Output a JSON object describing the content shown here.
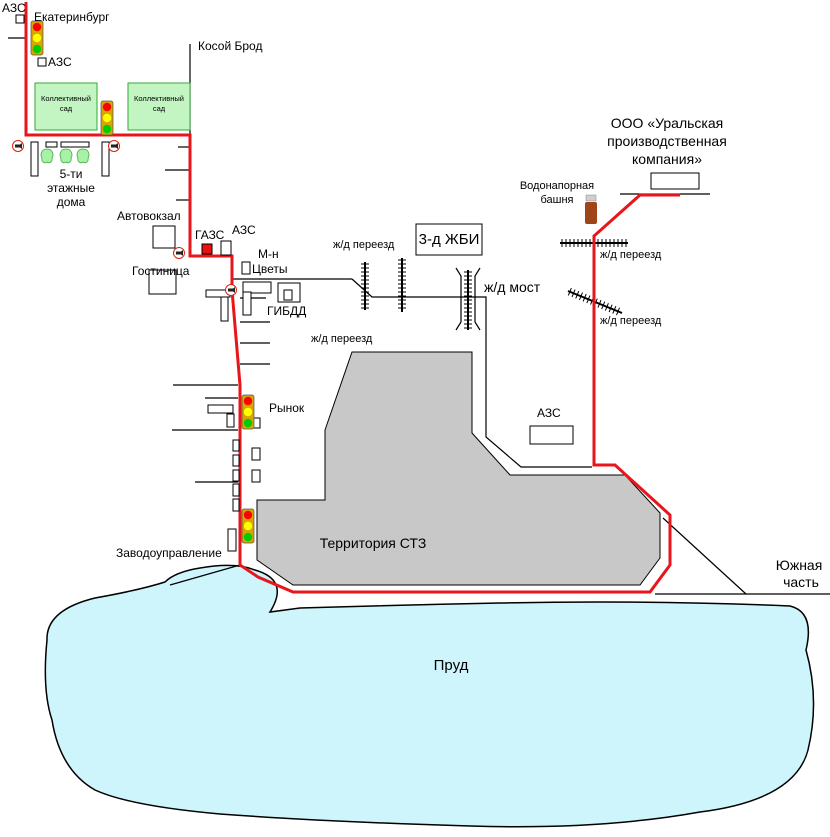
{
  "labels": {
    "azs_top_left": "АЗС",
    "ekaterinburg": "Екатеринбург",
    "azs_small": "АЗС",
    "kosoy_brod": "Косой Брод",
    "garden_left": "Коллективный сад",
    "garden_right": "Коллективный сад",
    "houses_line1": "5-ти",
    "houses_line2": "этажные",
    "houses_line3": "дома",
    "avtovokzal": "Автовокзал",
    "gazs": "ГАЗС",
    "azs_center": "АЗС",
    "mn_line1": "М-н",
    "mn_line2": "Цветы",
    "gostinitsa": "Гостиница",
    "gibdd": "ГИБДД",
    "rail_crossing_1": "ж/д переезд",
    "rail_crossing_2": "ж/д переезд",
    "zhbi": "3-д ЖБИ",
    "rail_bridge": "ж/д мост",
    "company_line1": "ООО «Уральская",
    "company_line2": "производственная",
    "company_line3": "компания»",
    "tower_line1": "Водонапорная",
    "tower_line2": "башня",
    "rail_crossing_3": "ж/д переезд",
    "rail_crossing_4": "ж/д переезд",
    "rynok": "Рынок",
    "azs_right": "АЗС",
    "zavodoupravlenie": "Заводоуправление",
    "stz_territory": "Территория СТЗ",
    "south_line1": "Южная",
    "south_line2": "часть",
    "prud": "Пруд"
  },
  "colors": {
    "route": "#e8161b",
    "territory": "#c8c8c8",
    "pond": "#cdf5fb",
    "garden": "#c3f5c3",
    "garden_border": "#33aa33",
    "tree": "#a7f2a7",
    "light_red": "#ff0000",
    "light_yellow": "#ffff00",
    "light_green": "#00cc00",
    "light_case": "#d9a500",
    "tower": "#a0441a",
    "gazs_fill": "#e81010"
  },
  "icons": [
    "traffic-light-icon",
    "traffic-camera-icon",
    "tree-icon",
    "destination-arrow-icon",
    "railway-track-icon"
  ]
}
